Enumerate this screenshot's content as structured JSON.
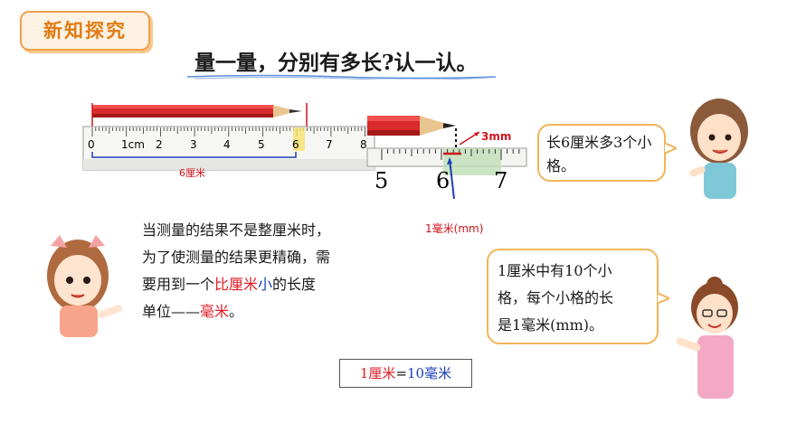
{
  "badge": {
    "label": "新知探究"
  },
  "title": "量一量，分别有多长?认一认。",
  "ruler": {
    "numbers": [
      "0",
      "1cm",
      "2",
      "3",
      "4",
      "5",
      "6",
      "7",
      "8"
    ],
    "measure_label": "6厘米"
  },
  "zoom": {
    "numbers": [
      "5",
      "6",
      "7"
    ],
    "three_mm_label": "3mm",
    "one_mm_label": "1毫米(mm)"
  },
  "speech_boy": {
    "text": "长6厘米多3个小格。"
  },
  "speech_teacher": {
    "line1": "1厘米中有10个小",
    "line2": "格，每个小格的长",
    "line3": "是1毫米(mm)。"
  },
  "paragraph": {
    "line1": "当测量的结果不是整厘米时，",
    "line2": "为了使测量的结果更精确，需",
    "line3_a": "要用到一个",
    "line3_red": "比厘米",
    "line3_blue": "小",
    "line3_b": "的长度",
    "line4_a": "单位——",
    "line4_red": "毫米",
    "line4_b": "。"
  },
  "equation": {
    "left": "1厘米",
    "mid": "=",
    "right": "10毫米"
  },
  "colors": {
    "accent": "#f0a04a",
    "red": "#e01b24",
    "blue": "#1c3fb8"
  }
}
